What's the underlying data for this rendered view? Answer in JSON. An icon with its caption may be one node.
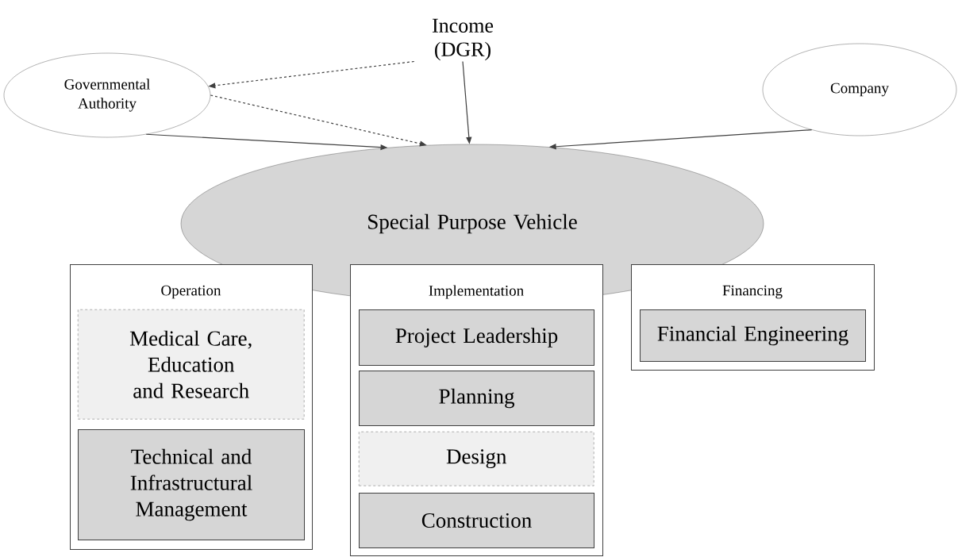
{
  "diagram": {
    "nodes": [
      {
        "text": [
          "Income (DGR)"
        ]
      },
      {
        "text": [
          "Governmental Authority"
        ]
      },
      {
        "text": [
          "Company"
        ]
      },
      {
        "text": [
          "Special Purpose Vehicle"
        ]
      },
      {
        "text": [
          "Operation"
        ]
      },
      {
        "text": [
          "Medical Care, Education and Research"
        ],
        "in": 4
      },
      {
        "text": [
          "Technical and Infrastructural Management"
        ],
        "in": 4
      },
      {
        "text": [
          "Implementation"
        ]
      },
      {
        "text": [
          "Project Leadership"
        ],
        "in": 7
      },
      {
        "text": [
          "Planning"
        ],
        "in": 7
      },
      {
        "text": [
          "Design"
        ],
        "in": 7
      },
      {
        "text": [
          "Construction"
        ],
        "in": 7
      },
      {
        "text": [
          "Financing"
        ]
      },
      {
        "text": [
          "Financial Engineering"
        ],
        "in": 12
      }
    ],
    "edges": [
      {
        "from": 0,
        "to": 1,
        "arrow": "to",
        "style": "dashed"
      },
      {
        "from": 1,
        "to": 3,
        "arrow": "to",
        "style": "dashed"
      },
      {
        "from": 1,
        "to": 3,
        "arrow": "to"
      },
      {
        "from": 0,
        "to": 3,
        "arrow": "to"
      },
      {
        "from": 2,
        "to": 3,
        "arrow": "to"
      }
    ]
  }
}
